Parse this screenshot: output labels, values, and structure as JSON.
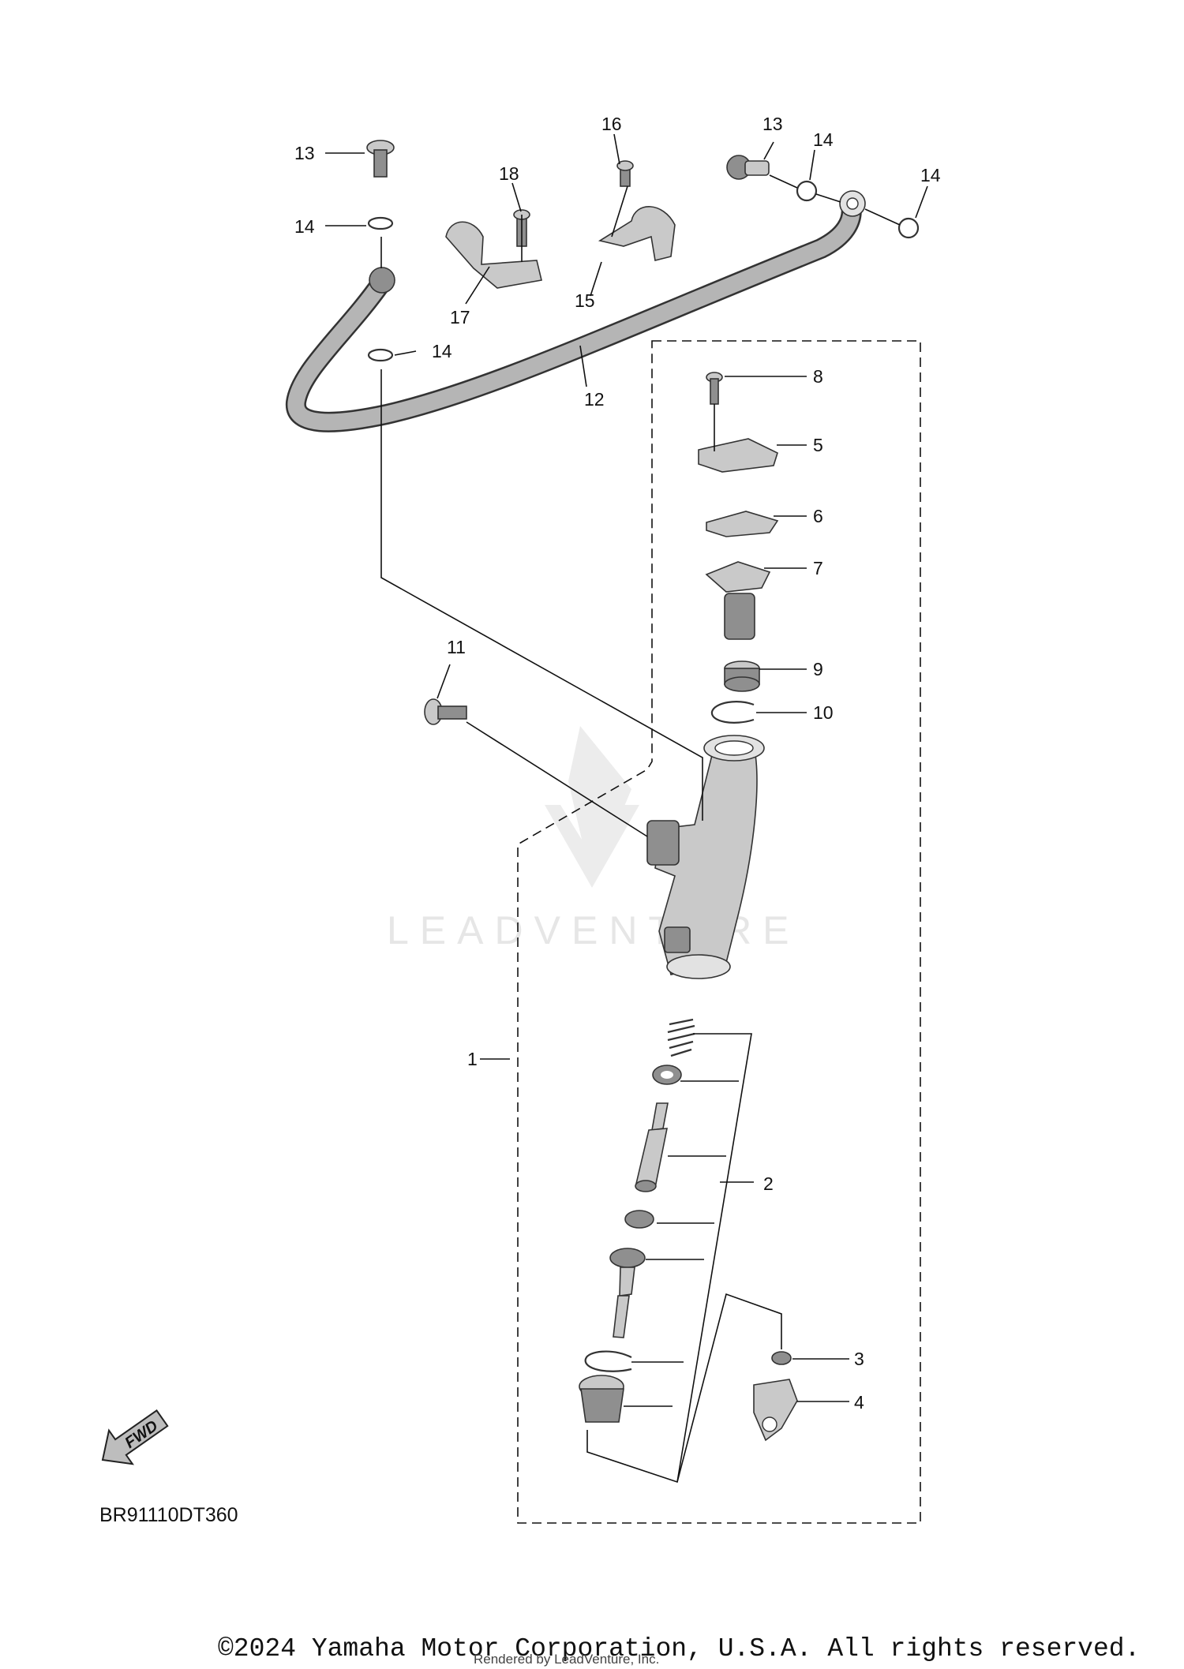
{
  "callouts": [
    {
      "label": "1"
    },
    {
      "label": "2"
    },
    {
      "label": "3"
    },
    {
      "label": "4"
    },
    {
      "label": "5"
    },
    {
      "label": "6"
    },
    {
      "label": "7"
    },
    {
      "label": "8"
    },
    {
      "label": "9"
    },
    {
      "label": "10"
    },
    {
      "label": "11"
    },
    {
      "label": "12"
    },
    {
      "label": "13"
    },
    {
      "label": "13"
    },
    {
      "label": "14"
    },
    {
      "label": "14"
    },
    {
      "label": "14"
    },
    {
      "label": "14"
    },
    {
      "label": "15"
    },
    {
      "label": "16"
    },
    {
      "label": "17"
    },
    {
      "label": "18"
    }
  ],
  "watermark": "LEADVENTURE",
  "fwd_label": "FWD",
  "diagram_code": "BR91110DT360",
  "copyright": "©2024 Yamaha Motor Corporation, U.S.A. All rights reserved.",
  "rendered_by": "Rendered by LeadVenture, Inc."
}
